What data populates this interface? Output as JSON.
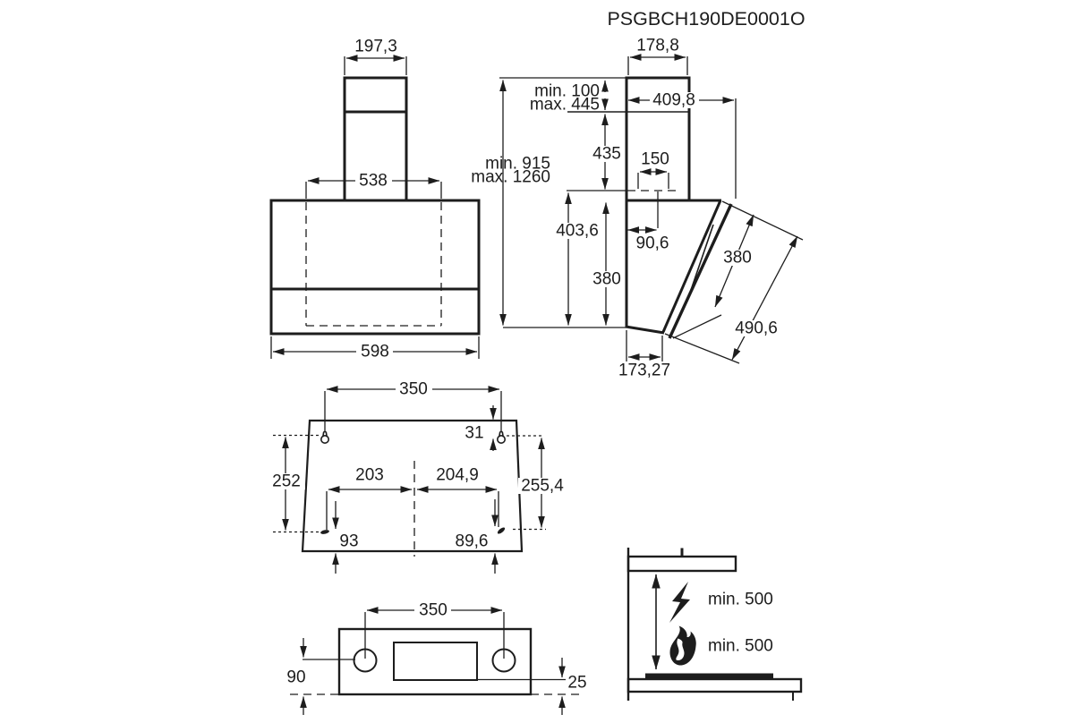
{
  "title": "PSGBCH190DE0001O",
  "front_view": {
    "chimney_width": "197,3",
    "bracket_width": "538",
    "body_width": "598"
  },
  "side_view": {
    "chimney_depth": "178,8",
    "chimney_extension_min": "min. 100",
    "chimney_extension_max": "max. 445",
    "total_height_min": "min. 915",
    "total_height_max": "max. 1260",
    "overall_depth": "409,8",
    "upper_section_height": "435",
    "duct_opening": "150",
    "mount_to_bottom": "403,6",
    "duct_center_offset": "90,6",
    "body_height": "380",
    "glass_length": "380",
    "glass_overall": "490,6",
    "bottom_depth": "173,27"
  },
  "drilling_template": {
    "upper_hole_spacing": "350",
    "edge_to_hole": "31",
    "left_hole_distance": "252",
    "right_hole_distance": "255,4",
    "center_to_left": "203",
    "center_to_right": "204,9",
    "left_bottom_offset": "93",
    "right_bottom_offset": "89,6"
  },
  "bracket": {
    "hole_spacing": "350",
    "hole_to_bottom": "90",
    "recess_to_bottom": "25"
  },
  "clearance": {
    "electric_hob": "min. 500",
    "gas_hob": "min. 500"
  }
}
